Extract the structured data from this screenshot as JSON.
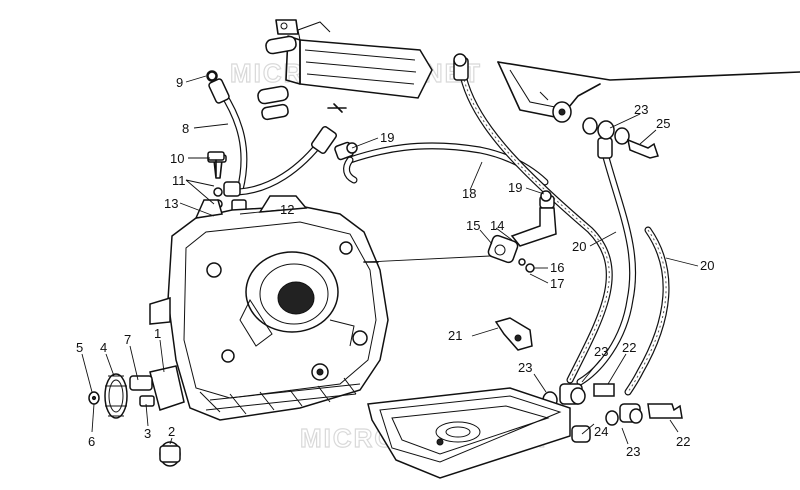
{
  "watermark": {
    "top": "MICROFICHE.NET",
    "bottom": "MICROFICHE.NET"
  },
  "callouts": [
    {
      "id": "c9",
      "label": "9"
    },
    {
      "id": "c8",
      "label": "8"
    },
    {
      "id": "c10",
      "label": "10"
    },
    {
      "id": "c11",
      "label": "11"
    },
    {
      "id": "c13",
      "label": "13"
    },
    {
      "id": "c12",
      "label": "12"
    },
    {
      "id": "c19a",
      "label": "19"
    },
    {
      "id": "c18",
      "label": "18"
    },
    {
      "id": "c19b",
      "label": "19"
    },
    {
      "id": "c15",
      "label": "15"
    },
    {
      "id": "c14",
      "label": "14"
    },
    {
      "id": "c16",
      "label": "16"
    },
    {
      "id": "c17",
      "label": "17"
    },
    {
      "id": "c23a",
      "label": "23"
    },
    {
      "id": "c25",
      "label": "25"
    },
    {
      "id": "c20a",
      "label": "20"
    },
    {
      "id": "c20b",
      "label": "20"
    },
    {
      "id": "c21",
      "label": "21"
    },
    {
      "id": "c23b",
      "label": "23"
    },
    {
      "id": "c23c",
      "label": "23"
    },
    {
      "id": "c22a",
      "label": "22"
    },
    {
      "id": "c22b",
      "label": "22"
    },
    {
      "id": "c23d",
      "label": "23"
    },
    {
      "id": "c24",
      "label": "24"
    },
    {
      "id": "c5",
      "label": "5"
    },
    {
      "id": "c4",
      "label": "4"
    },
    {
      "id": "c7",
      "label": "7"
    },
    {
      "id": "c1",
      "label": "1"
    },
    {
      "id": "c6",
      "label": "6"
    },
    {
      "id": "c3",
      "label": "3"
    },
    {
      "id": "c2",
      "label": "2"
    }
  ]
}
